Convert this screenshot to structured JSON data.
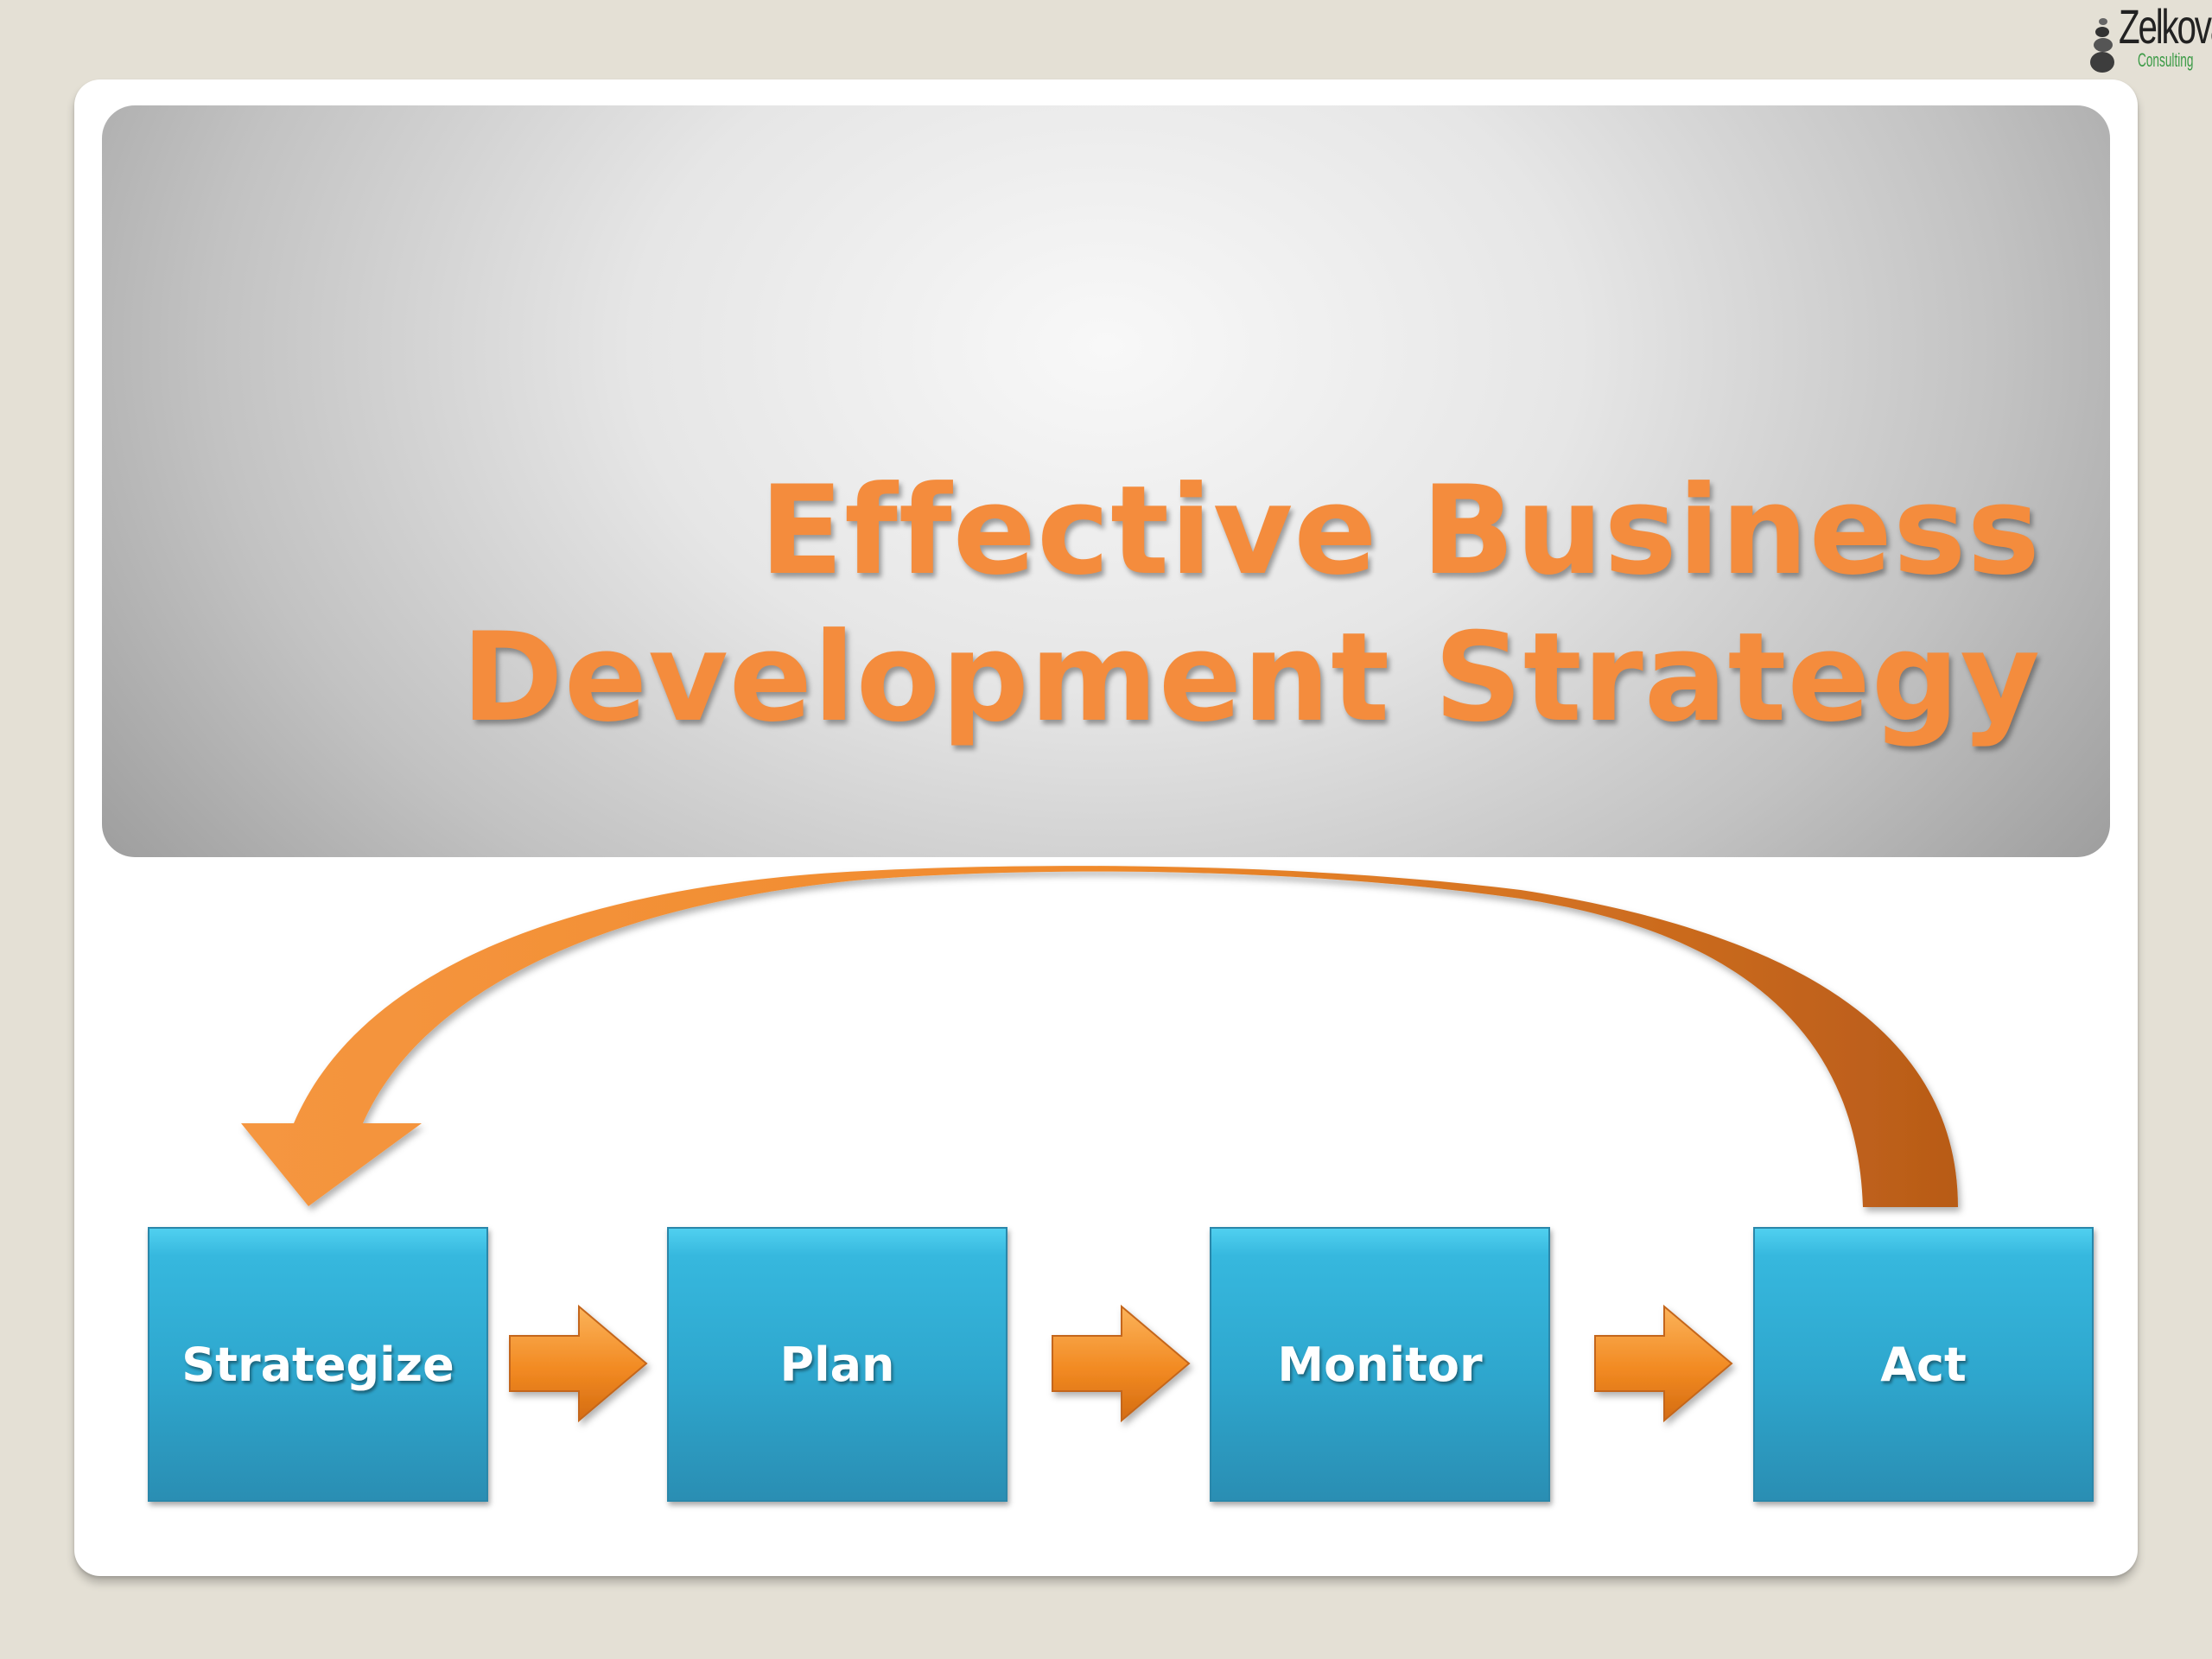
{
  "logo": {
    "name": "Zelkova",
    "subtitle": "Consulting"
  },
  "slide": {
    "title_line1": "Effective Business",
    "title_line2": "Development Strategy"
  },
  "cycle": {
    "steps": [
      "Strategize",
      "Plan",
      "Monitor",
      "Act"
    ]
  },
  "colors": {
    "title_orange": "#f48c3d",
    "box_blue": "#36b8de",
    "arrow_orange": "#f08a2c",
    "background": "#e4e0d5"
  }
}
